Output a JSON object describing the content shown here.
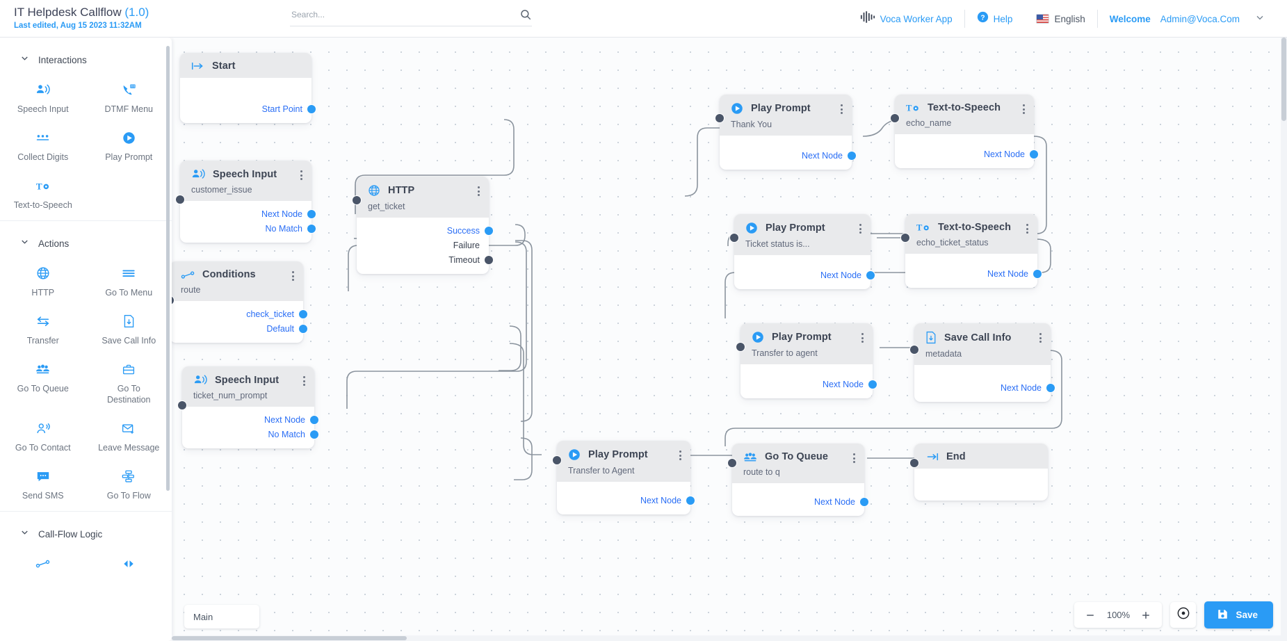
{
  "topbar": {
    "flow_title": "IT Helpdesk Callflow",
    "flow_version": "(1.0)",
    "last_edited": "Last edited, Aug 15 2023 11:32AM",
    "search_placeholder": "Search...",
    "search_value": "",
    "worker_app_label": "Voca Worker App",
    "help_label": "Help",
    "language_label": "English",
    "welcome_label": "Welcome",
    "user_email": "Admin@Voca.Com"
  },
  "palette": {
    "groups": [
      {
        "title": "Interactions",
        "items": [
          {
            "label": "Speech Input",
            "icon": "speech-input-icon"
          },
          {
            "label": "DTMF Menu",
            "icon": "dtmf-menu-icon"
          },
          {
            "label": "Collect Digits",
            "icon": "collect-digits-icon"
          },
          {
            "label": "Play Prompt",
            "icon": "play-prompt-icon"
          },
          {
            "label": "Text-to-Speech",
            "icon": "text-to-speech-icon"
          }
        ]
      },
      {
        "title": "Actions",
        "items": [
          {
            "label": "HTTP",
            "icon": "http-icon"
          },
          {
            "label": "Go To Menu",
            "icon": "go-to-menu-icon"
          },
          {
            "label": "Transfer",
            "icon": "transfer-icon"
          },
          {
            "label": "Save Call Info",
            "icon": "save-call-info-icon"
          },
          {
            "label": "Go To Queue",
            "icon": "go-to-queue-icon"
          },
          {
            "label": "Go To Destination",
            "icon": "go-to-destination-icon"
          },
          {
            "label": "Go To Contact",
            "icon": "go-to-contact-icon"
          },
          {
            "label": "Leave Message",
            "icon": "leave-message-icon"
          },
          {
            "label": "Send SMS",
            "icon": "send-sms-icon"
          },
          {
            "label": "Go To Flow",
            "icon": "go-to-flow-icon"
          }
        ]
      },
      {
        "title": "Call-Flow Logic",
        "items": [
          {
            "label": "",
            "icon": "conditions-icon"
          },
          {
            "label": "",
            "icon": "switch-icon"
          }
        ]
      }
    ]
  },
  "canvas": {
    "nodes": [
      {
        "id": "start",
        "title": "Start",
        "subtitle": "",
        "icon": "start-icon",
        "ports": [
          {
            "label": "Start Point",
            "color": "blue"
          }
        ],
        "kebab": false
      },
      {
        "id": "speech1",
        "title": "Speech Input",
        "subtitle": "customer_issue",
        "icon": "speech-input-icon",
        "ports": [
          {
            "label": "Next Node",
            "color": "blue"
          },
          {
            "label": "No Match",
            "color": "blue"
          }
        ],
        "kebab": true
      },
      {
        "id": "conditions",
        "title": "Conditions",
        "subtitle": "route",
        "icon": "conditions-icon",
        "ports": [
          {
            "label": "check_ticket",
            "color": "blue"
          },
          {
            "label": "Default",
            "color": "blue"
          }
        ],
        "kebab": true
      },
      {
        "id": "speech2",
        "title": "Speech Input",
        "subtitle": "ticket_num_prompt",
        "icon": "speech-input-icon",
        "ports": [
          {
            "label": "Next Node",
            "color": "blue"
          },
          {
            "label": "No Match",
            "color": "blue"
          }
        ],
        "kebab": true
      },
      {
        "id": "http",
        "title": "HTTP",
        "subtitle": "get_ticket",
        "icon": "http-icon",
        "ports": [
          {
            "label": "Success",
            "color": "blue"
          },
          {
            "label": "Failure",
            "color": "dark"
          },
          {
            "label": "Timeout",
            "color": "dark"
          }
        ],
        "kebab": true
      },
      {
        "id": "pp-thankyou",
        "title": "Play Prompt",
        "subtitle": "Thank You",
        "icon": "play-prompt-icon",
        "ports": [
          {
            "label": "Next Node",
            "color": "blue"
          }
        ],
        "kebab": true
      },
      {
        "id": "tts-name",
        "title": "Text-to-Speech",
        "subtitle": "echo_name",
        "icon": "text-to-speech-icon",
        "ports": [
          {
            "label": "Next Node",
            "color": "blue"
          }
        ],
        "kebab": true
      },
      {
        "id": "pp-status",
        "title": "Play Prompt",
        "subtitle": "Ticket status is...",
        "icon": "play-prompt-icon",
        "ports": [
          {
            "label": "Next Node",
            "color": "blue"
          }
        ],
        "kebab": true
      },
      {
        "id": "tts-status",
        "title": "Text-to-Speech",
        "subtitle": "echo_ticket_status",
        "icon": "text-to-speech-icon",
        "ports": [
          {
            "label": "Next Node",
            "color": "blue"
          }
        ],
        "kebab": true
      },
      {
        "id": "pp-agent",
        "title": "Play Prompt",
        "subtitle": "Transfer to agent",
        "icon": "play-prompt-icon",
        "ports": [
          {
            "label": "Next Node",
            "color": "blue"
          }
        ],
        "kebab": true
      },
      {
        "id": "save-info",
        "title": "Save Call Info",
        "subtitle": "metadata",
        "icon": "save-call-info-icon",
        "ports": [
          {
            "label": "Next Node",
            "color": "blue"
          }
        ],
        "kebab": true
      },
      {
        "id": "pp-agent2",
        "title": "Play Prompt",
        "subtitle": "Transfer to Agent",
        "icon": "play-prompt-icon",
        "ports": [
          {
            "label": "Next Node",
            "color": "blue"
          }
        ],
        "kebab": true
      },
      {
        "id": "queue",
        "title": "Go To Queue",
        "subtitle": "route to q",
        "icon": "go-to-queue-icon",
        "ports": [
          {
            "label": "Next Node",
            "color": "blue"
          }
        ],
        "kebab": true
      },
      {
        "id": "end",
        "title": "End",
        "subtitle": "",
        "icon": "end-icon",
        "ports": [],
        "kebab": false
      }
    ]
  },
  "bottombar": {
    "flow_tab_label": "Main",
    "zoom_out_label": "—",
    "zoom_value": "100%",
    "zoom_in_label": "+",
    "fit_icon": "fit-to-screen-icon",
    "save_label": "Save"
  },
  "colors": {
    "accent": "#2a9bf5",
    "port_blue": "#2a9bf5",
    "port_dark": "#4a5568",
    "node_header": "#e9eaec",
    "canvas_bg": "#fbfcfd",
    "edge": "#8b949e"
  }
}
